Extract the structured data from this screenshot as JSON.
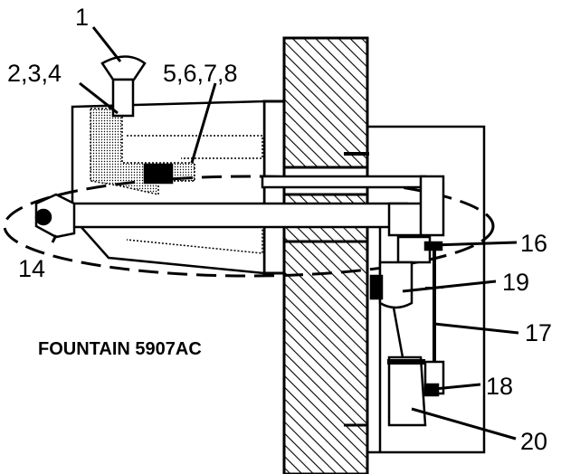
{
  "diagram": {
    "caption": "FOUNTAIN 5907AC",
    "callouts": {
      "c1": "1",
      "c2": "2,3,4",
      "c5": "5,6,7,8",
      "c14": "14",
      "c16": "16",
      "c17": "17",
      "c18": "18",
      "c19": "19",
      "c20": "20"
    }
  },
  "colors": {
    "ink": "#000000",
    "paper": "#ffffff"
  }
}
